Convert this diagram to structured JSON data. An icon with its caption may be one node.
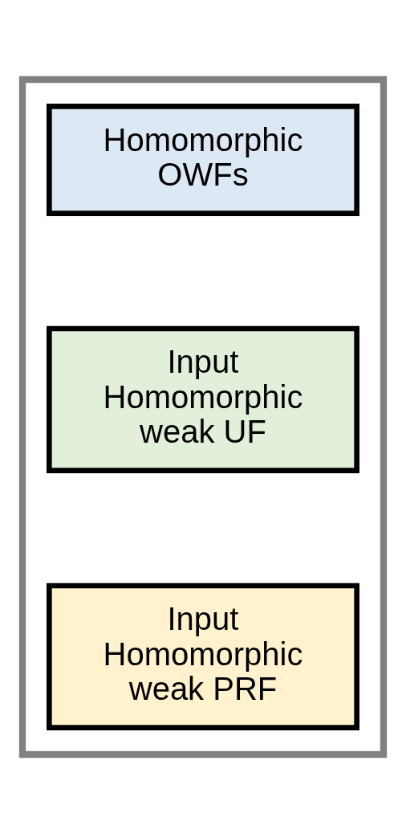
{
  "diagram": {
    "nodes": [
      {
        "text": [],
        "shape": "box"
      },
      {
        "text": [
          "Homomorphic OWFs"
        ],
        "in": 0
      },
      {
        "text": [
          "Input Homomorphic weak UF"
        ],
        "in": 0
      },
      {
        "text": [
          "Input Homomorphic weak PRF"
        ],
        "in": 0
      }
    ]
  }
}
